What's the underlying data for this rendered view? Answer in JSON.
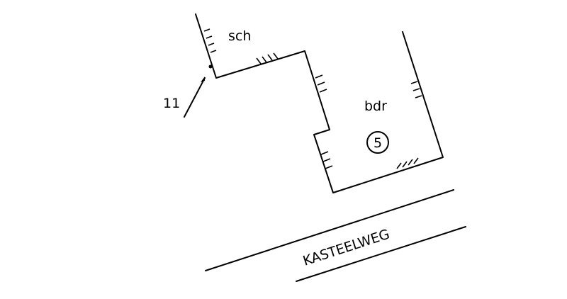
{
  "labels": {
    "room_left": "sch",
    "room_right": "bdr",
    "house_number": "5",
    "parcel_reference": "11",
    "street_name": "KASTEELWEG"
  },
  "colors": {
    "ink": "#000000",
    "background": "#ffffff"
  }
}
